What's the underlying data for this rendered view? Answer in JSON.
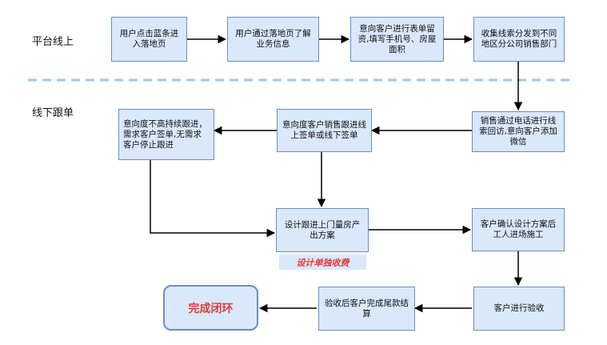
{
  "lanes": {
    "online": "平台线上",
    "offline": "线下跟单"
  },
  "steps": {
    "s1": "用户点击蓝条进入落地页",
    "s2": "用户通过落地页了解业务信息",
    "s3": "意向客户进行表单留资,填写手机号、房屋面积",
    "s4": "收集线索分发到不同地区分公司销售部门",
    "s5": "销售通过电话进行线索回访,意向客户添加微信",
    "s6": "意向度客户销售跟进线上签单或线下签单",
    "s7": "意向度不高持续跟进，需求客户签单,无需求客户停止跟进",
    "s8": "设计跟进上门量房产出方案",
    "s9": "客户确认设计方案后工人进场施工",
    "s10": "客户进行验收",
    "s11": "验收后客户完成尾款结算",
    "final": "完成闭环"
  },
  "note": "设计单独收费",
  "colors": {
    "box_fill": "#dae8fc",
    "box_border": "#6c8ebf",
    "divider": "#9cc8f0",
    "highlight": "#e53935"
  }
}
